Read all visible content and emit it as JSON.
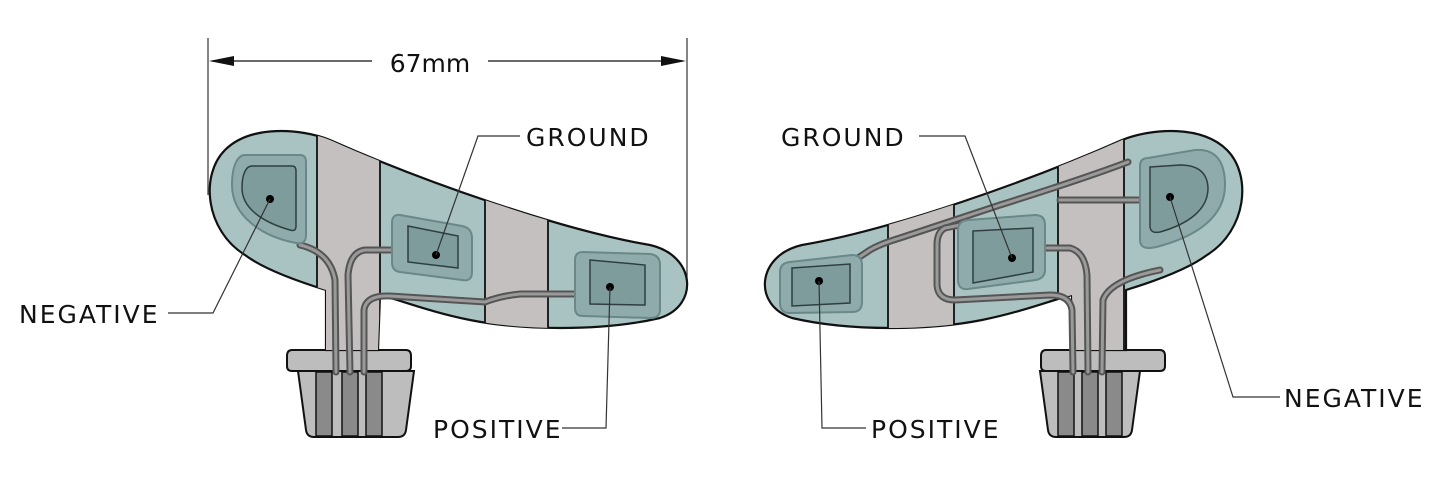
{
  "dimension": {
    "label": "67mm"
  },
  "left_part": {
    "labels": {
      "ground": "GROUND",
      "negative": "NEGATIVE",
      "positive": "POSITIVE"
    }
  },
  "right_part": {
    "labels": {
      "ground": "GROUND",
      "negative": "NEGATIVE",
      "positive": "POSITIVE"
    }
  },
  "colors": {
    "substrate_teal": "#a9c3c2",
    "electrode_ring": "#8fabab",
    "electrode_pad": "#7f9c9d",
    "gray_segment": "#c4c0c0",
    "connector_gray": "#bdbdbd",
    "connector_dark": "#8a8a8a",
    "outline": "#111111"
  }
}
